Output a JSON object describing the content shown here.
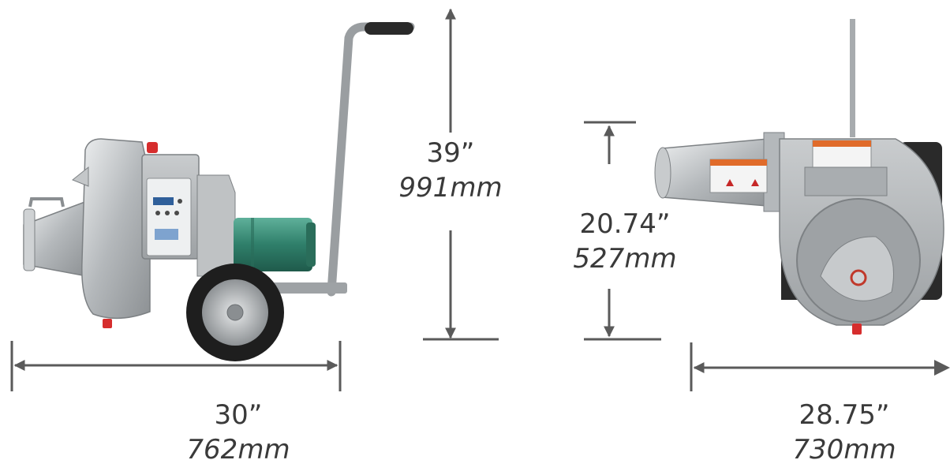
{
  "dimensions": {
    "length": {
      "inches": "30”",
      "mm": "762mm"
    },
    "height": {
      "inches": "39”",
      "mm": "991mm"
    },
    "outlet_height": {
      "inches": "20.74”",
      "mm": "527mm"
    },
    "width": {
      "inches": "28.75”",
      "mm": "730mm"
    }
  },
  "colors": {
    "arrow": "#5a5a5a",
    "motor": "#3f8f7a",
    "housing": "#b9bcbf",
    "text": "#3a3a3a"
  }
}
